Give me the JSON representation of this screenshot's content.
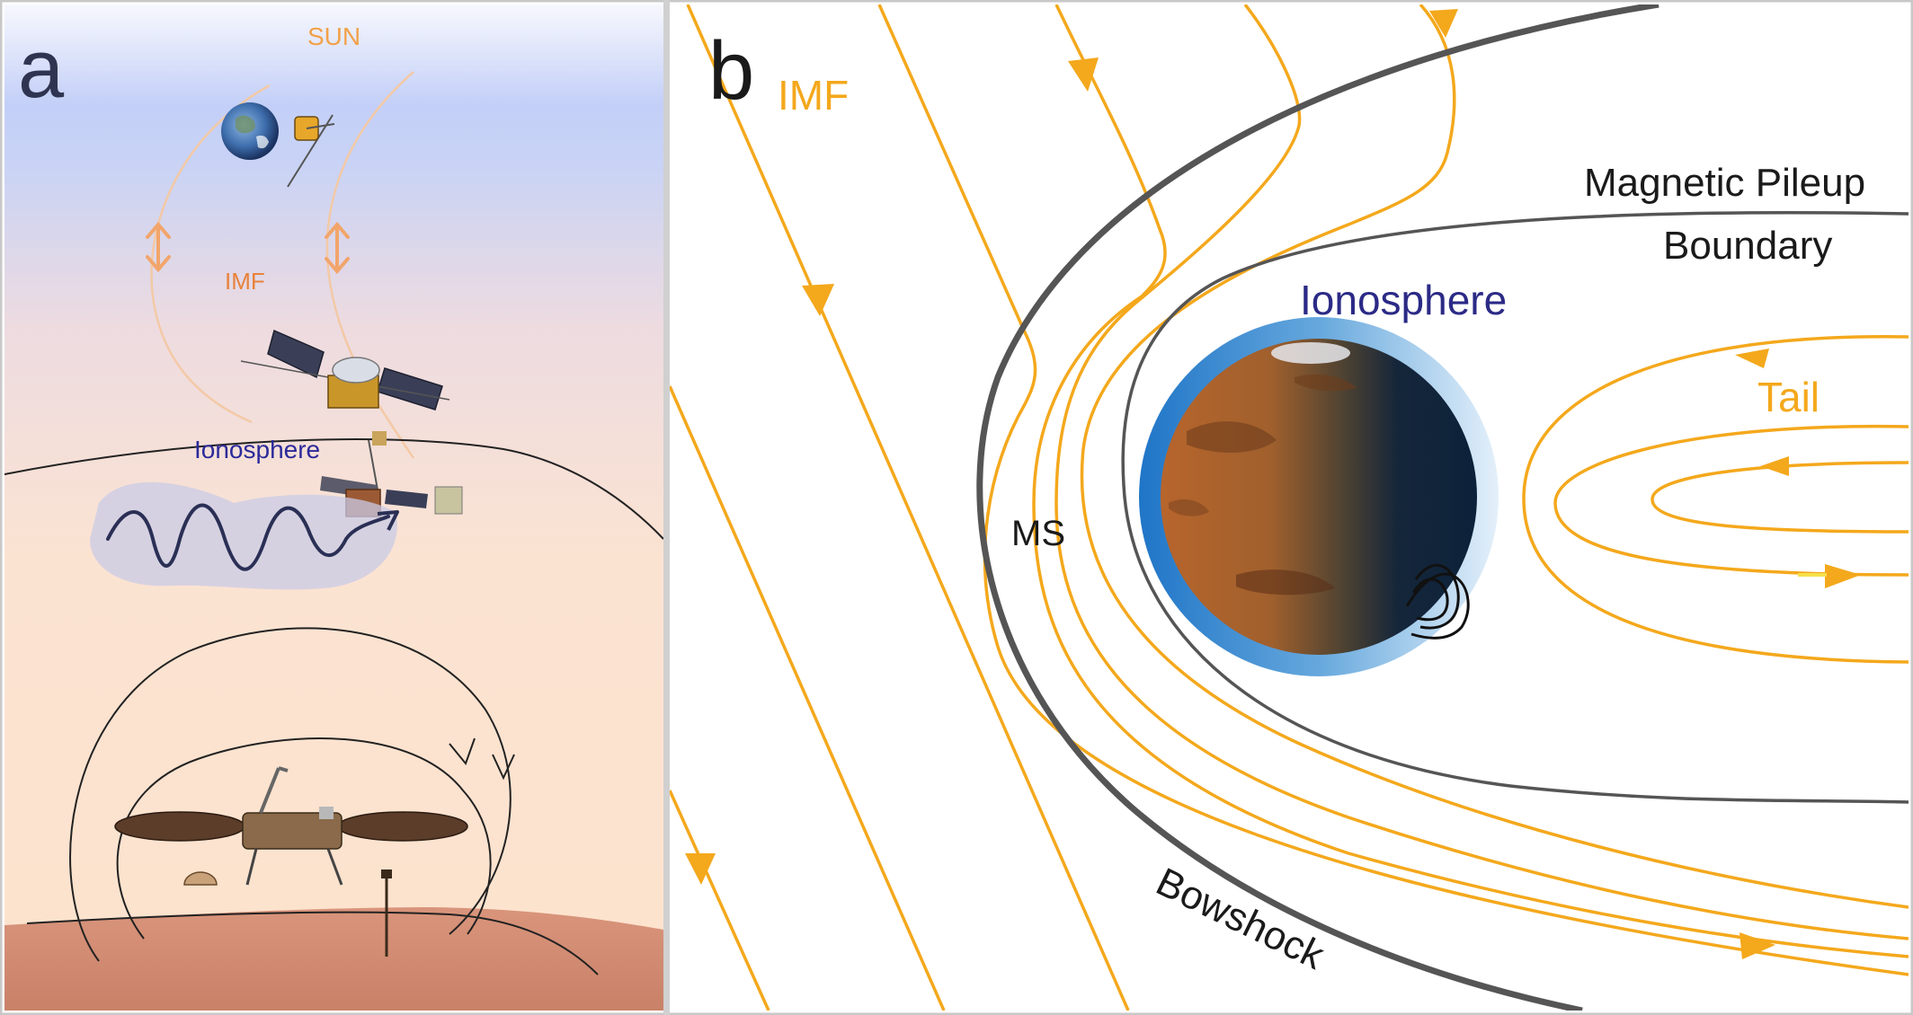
{
  "panel_a": {
    "letter": "a",
    "sun_label": "SUN",
    "imf_label": "IMF",
    "ionosphere_label": "Ionosphere"
  },
  "panel_b": {
    "letter": "b",
    "imf_label": "IMF",
    "mpb_label_line1": "Magnetic Pileup",
    "mpb_label_line2": "Boundary",
    "ionosphere_label": "Ionosphere",
    "tail_label": "Tail",
    "ms_label": "MS",
    "bowshock_label": "Bowshock"
  },
  "colors": {
    "field_line": "#f4a81c",
    "panel_a_label": "#f2a14a",
    "panel_a_imf": "#e8823a",
    "ionosphere_text": "#2b2a86",
    "dark_line": "#555555",
    "letter": "#2f3550"
  }
}
